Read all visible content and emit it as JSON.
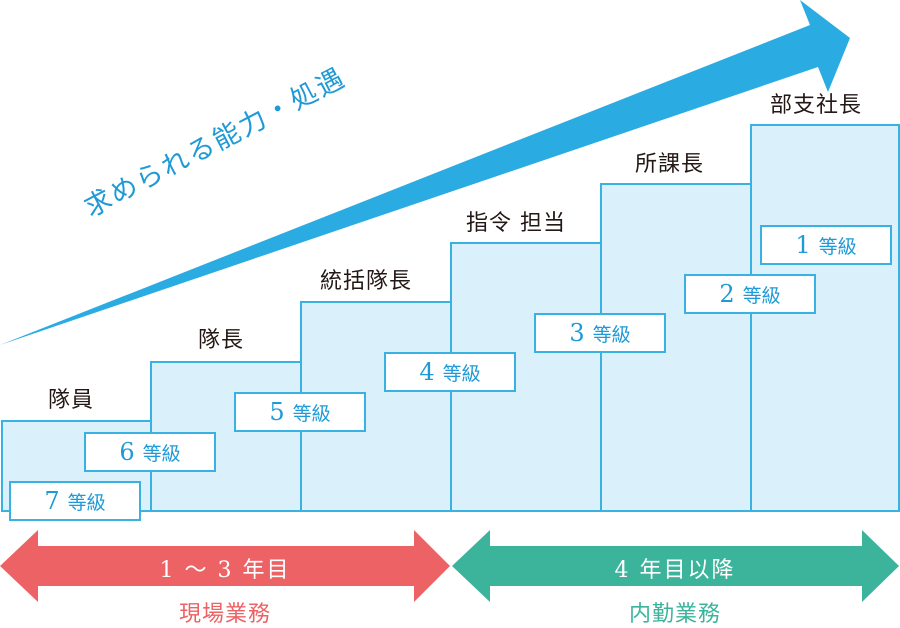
{
  "arrow_caption": "求められる能力・処遇",
  "steps": [
    {
      "role": "隊員",
      "grade_num": "7",
      "grade_unit": "等級"
    },
    {
      "role": "",
      "grade_num": "6",
      "grade_unit": "等級"
    },
    {
      "role": "隊長",
      "grade_num": "5",
      "grade_unit": "等級"
    },
    {
      "role": "統括隊長",
      "grade_num": "4",
      "grade_unit": "等級"
    },
    {
      "role": "指令 担当",
      "grade_num": "3",
      "grade_unit": "等級"
    },
    {
      "role": "所課長",
      "grade_num": "2",
      "grade_unit": "等級"
    },
    {
      "role": "部支社長",
      "grade_num": "1",
      "grade_unit": "等級"
    }
  ],
  "phases": [
    {
      "years": "1 〜 3 年目",
      "name": "現場業務",
      "color": "#ec6265"
    },
    {
      "years": "4 年目以降",
      "name": "内勤業務",
      "color": "#3cb49c"
    }
  ],
  "colors": {
    "accent": "#39b1e3",
    "step_fill": "#daf1fb",
    "text_blue": "#1f9ad6"
  }
}
